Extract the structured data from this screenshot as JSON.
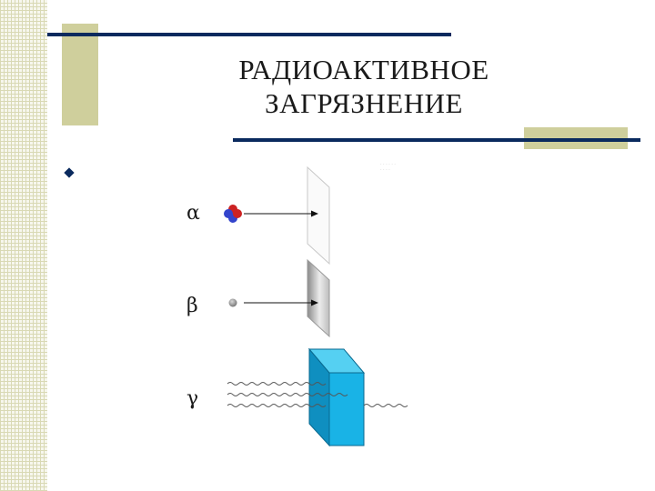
{
  "slide": {
    "title_line1": "РАДИОАКТИВНОЕ",
    "title_line2": "ЗАГРЯЗНЕНИЕ"
  },
  "diagram": {
    "labels": {
      "alpha": "α",
      "beta": "β",
      "gamma": "γ"
    }
  },
  "colors": {
    "accent_navy": "#0a2a5e",
    "accent_olive": "#cfcf9c",
    "block_cyan": "#19b3e6"
  }
}
